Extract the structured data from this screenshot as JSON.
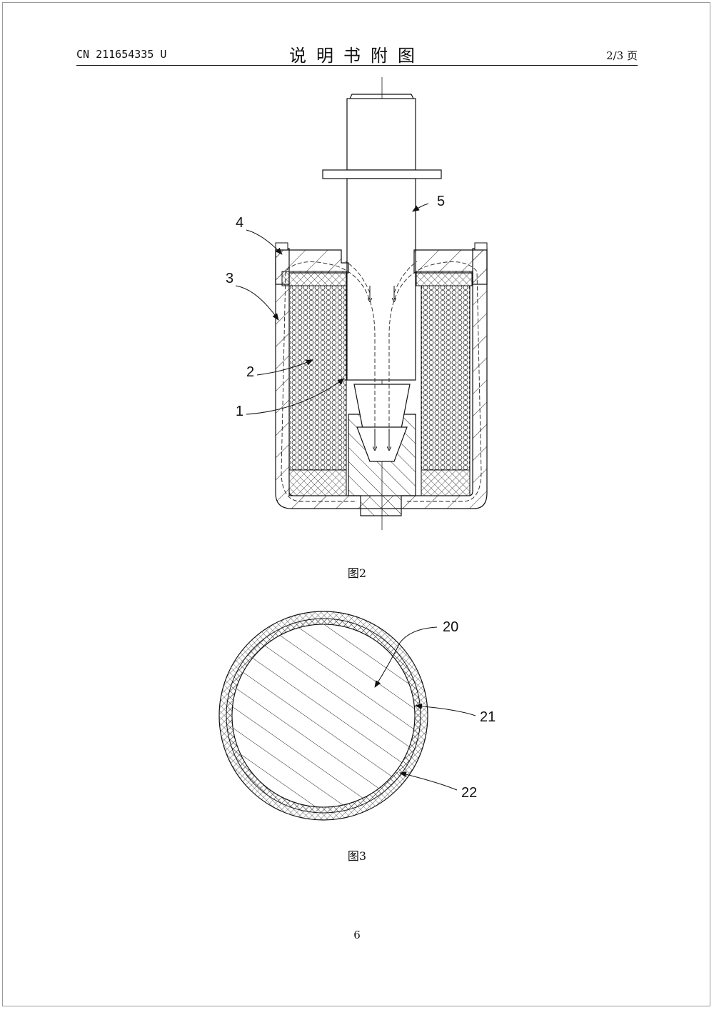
{
  "header": {
    "publication_number": "CN 211654335 U",
    "section_title": "说明书附图",
    "page_of": "2/3 页"
  },
  "figure2": {
    "caption": "图2",
    "labels": [
      "1",
      "2",
      "3",
      "4",
      "5"
    ]
  },
  "figure3": {
    "caption": "图3",
    "labels": [
      "20",
      "21",
      "22"
    ]
  },
  "footer": {
    "page_number": "6"
  }
}
